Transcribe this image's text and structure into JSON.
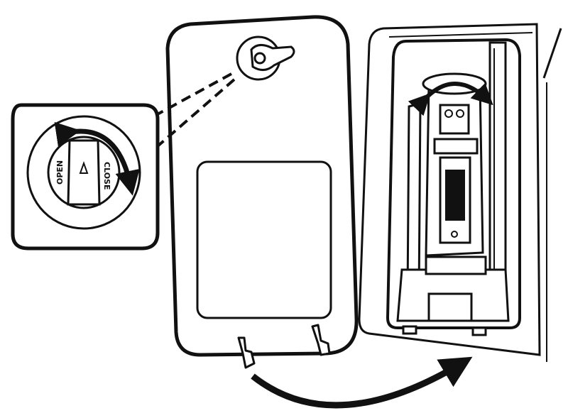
{
  "figure": {
    "colors": {
      "line": "#111111",
      "paper": "#ffffff",
      "panel_shade": "#f4f4f4"
    },
    "inset": {
      "knob": {
        "label_close": "CLOSE",
        "label_open": "OPEN",
        "arrow_direction_left": "open",
        "arrow_direction_right": "close"
      }
    },
    "icons": {
      "rotation_arrow": "curved-arrow-icon",
      "lock_knob": "lock-knob-icon",
      "hinge": "hinge-clip-icon"
    }
  }
}
